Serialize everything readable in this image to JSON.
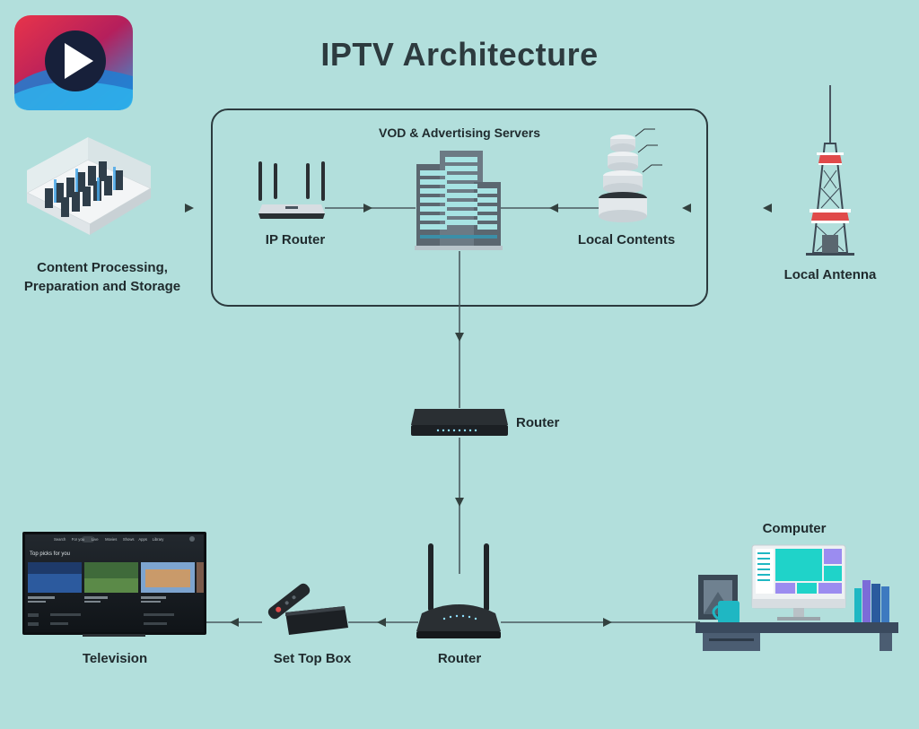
{
  "title": "IPTV Architecture",
  "logo_icon": "play-logo-icon",
  "server_box_label": "VOD & Advertising Servers",
  "nodes": {
    "content_processing": {
      "line1": "Content Processing,",
      "line2": "Preparation and Storage",
      "icon": "server-room-icon"
    },
    "ip_router": {
      "label": "IP Router",
      "icon": "wifi-router-icon"
    },
    "vod_servers": {
      "icon": "server-rack-icon"
    },
    "local_contents": {
      "label": "Local Contents",
      "icon": "database-icon"
    },
    "local_antenna": {
      "label": "Local Antenna",
      "icon": "antenna-tower-icon"
    },
    "router_middle": {
      "label": "Router",
      "icon": "router-icon"
    },
    "router_bottom": {
      "label": "Router",
      "icon": "wifi-router-icon"
    },
    "set_top_box": {
      "label": "Set Top Box",
      "icon": "set-top-box-icon"
    },
    "television": {
      "label": "Television",
      "icon": "television-icon"
    },
    "computer": {
      "label": "Computer",
      "icon": "computer-desk-icon"
    }
  },
  "tv_screen": {
    "nav": [
      "Search",
      "For you",
      "Live",
      "Movies",
      "Shows",
      "Apps",
      "Library"
    ],
    "row_title": "Top picks for you"
  },
  "colors": {
    "background": "#b2dfdc",
    "line": "#4a5a5e",
    "line_faded": "#9fc9c6",
    "dark": "#2c3236"
  }
}
